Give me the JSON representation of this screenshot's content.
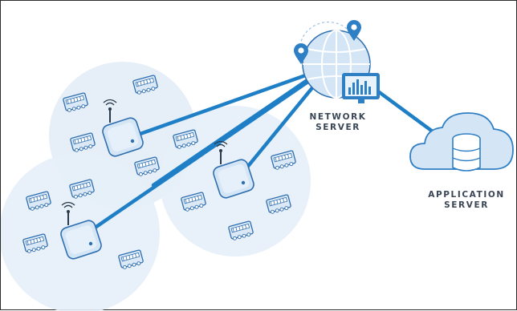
{
  "labels": {
    "network_server": [
      "NETWORK",
      "SERVER"
    ],
    "application_server": [
      "APPLICATION",
      "SERVER"
    ]
  },
  "colors": {
    "link": "#1e7fc6",
    "coverage": "#e6eff8",
    "device_fill": "#dbe9f7",
    "device_stroke": "#2f6fb0",
    "gateway_fill": "#d4e5f6",
    "cloud_stroke": "#2f7fc4",
    "pin": "#2f7fc4",
    "label": "#3a4656"
  },
  "icons": {
    "gateway": "wireless-gateway-icon",
    "end_device": "sensor-module-icon",
    "network_server": "globe-icon",
    "application_server": "database-cloud-icon",
    "location": "location-pin-icon",
    "signal_chart": "bar-chart-monitor-icon"
  }
}
